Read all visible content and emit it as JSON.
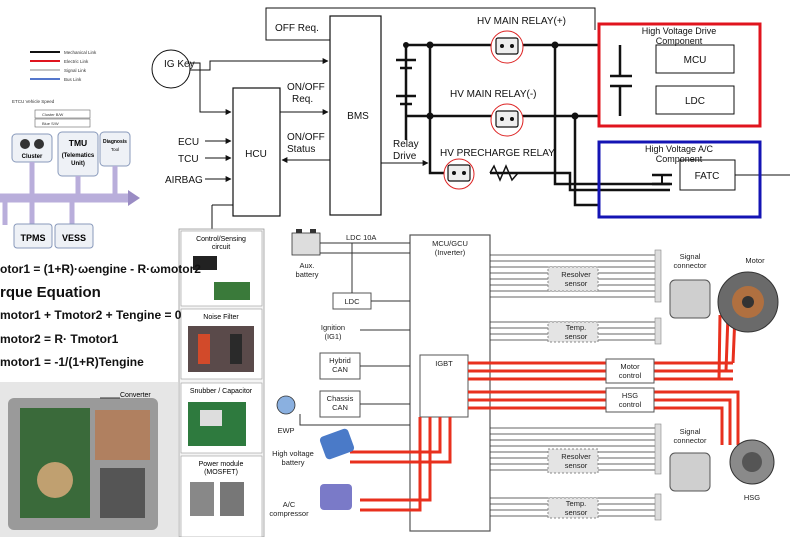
{
  "top_diagram": {
    "ig_key": "IG Key",
    "off_req": "OFF Req.",
    "bms": "BMS",
    "hcu": "HCU",
    "on_off_req": [
      "ON/OFF",
      "Req."
    ],
    "on_off_status": [
      "ON/OFF",
      "Status"
    ],
    "ecu": "ECU",
    "tcu": "TCU",
    "airbag": "AIRBAG",
    "relay_drive": [
      "Relay",
      "Drive"
    ],
    "hv_main_relay_plus": "HV MAIN RELAY(+)",
    "hv_main_relay_minus": "HV MAIN RELAY(-)",
    "hv_precharge_relay": "HV PRECHARGE RELAY",
    "hv_drive_component": [
      "High Voltage Drive",
      "Component"
    ],
    "mcu": "MCU",
    "ldc": "LDC",
    "hv_ac_component": [
      "High Voltage A/C",
      "Component"
    ],
    "fatc": "FATC",
    "colors": {
      "drive_box": "#e0141e",
      "ac_box": "#1414b4"
    }
  },
  "network_diagram": {
    "cluster": "Cluster",
    "tmu": [
      "TMU",
      "(Telematics",
      "Unit)"
    ],
    "diagnosis": [
      "Diagnosis",
      "Tool"
    ],
    "tpms": "TPMS",
    "vess": "VESS",
    "legend": [
      "Mechanical Link",
      "Electric Link",
      "Signal Link",
      "Bus Link"
    ],
    "small_labels": [
      "ETCU Vehicle Speed",
      "Cluster B/W",
      "Blue S/W"
    ]
  },
  "equations": {
    "line1": "otor1 = (1+R)·ωengine - R·ωmotor2",
    "title": "rque Equation",
    "line2": "motor1 + Tmotor2 + Tengine = 0",
    "line3": "motor2 = R· Tmotor1",
    "line4": "motor1 = -1/(1+R)Tengine"
  },
  "photo_labels": {
    "converter": "Converter"
  },
  "components_panel": {
    "items": [
      {
        "title": [
          "Control/Sensing",
          "circuit"
        ]
      },
      {
        "title": [
          "Noise Filter"
        ]
      },
      {
        "title": [
          "Snubber / Capacitor"
        ]
      },
      {
        "title": [
          "Power module",
          "(MOSFET)"
        ]
      }
    ]
  },
  "inverter_diagram": {
    "aux_battery": [
      "Aux.",
      "battery"
    ],
    "ldc_10a": "LDC 10A",
    "ldc": "LDC",
    "mcu_gcu": [
      "MCU/GCU",
      "(Inverter)"
    ],
    "ignition": [
      "Ignition",
      "(IG1)"
    ],
    "hybrid_can": [
      "Hybrid",
      "CAN"
    ],
    "chassis_can": [
      "Chassis",
      "CAN"
    ],
    "igbt": "IGBT",
    "ewp": "EWP",
    "hv_battery": [
      "High voltage",
      "battery"
    ],
    "ac_compressor": [
      "A/C",
      "compressor"
    ],
    "resolver_sensor": [
      "Resolver",
      "sensor"
    ],
    "temp_sensor": [
      "Temp.",
      "sensor"
    ],
    "motor_control": [
      "Motor",
      "control"
    ],
    "hsg_control": [
      "HSG",
      "control"
    ],
    "signal_connector": [
      "Signal",
      "connector"
    ],
    "motor": "Motor",
    "hsg": "HSG",
    "colors": {
      "power_line": "#e8301e"
    }
  }
}
